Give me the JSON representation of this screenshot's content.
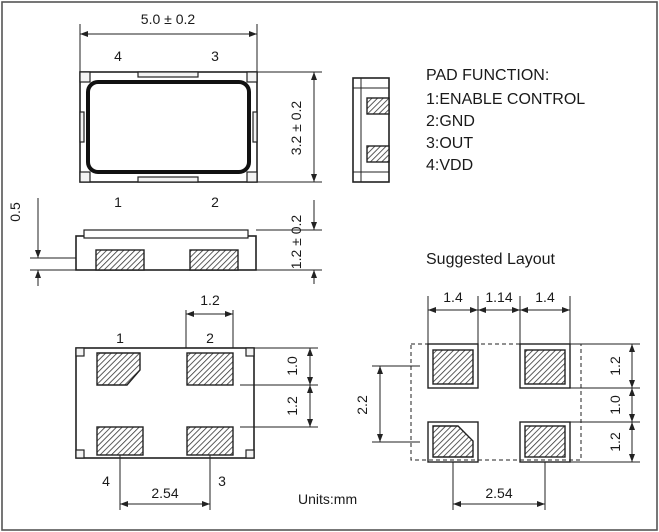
{
  "dimensions": {
    "length": "5.0 ± 0.2",
    "width": "3.2 ± 0.2",
    "height": "1.2 ± 0.2",
    "pad_offset": "0.5",
    "pad_width_bottom": "1.2",
    "pad_spacing_v": "1.0",
    "pad_height_bottom": "1.2",
    "pitch_bottom": "2.54"
  },
  "pins": {
    "top_view": [
      "1",
      "2",
      "3",
      "4"
    ],
    "bottom_view": [
      "1",
      "2",
      "3",
      "4"
    ]
  },
  "pad_function": {
    "title": "PAD FUNCTION:",
    "items": [
      "1:ENABLE CONTROL",
      "2:GND",
      "3:OUT",
      "4:VDD"
    ]
  },
  "suggested_layout": {
    "title": "Suggested Layout",
    "pad_w_left": "1.4",
    "gap": "1.14",
    "pad_w_right": "1.4",
    "total_h": "2.2",
    "pad_h_top": "1.2",
    "gap_v": "1.0",
    "pad_h_bottom": "1.2",
    "pitch": "2.54"
  },
  "units": "Units:mm"
}
